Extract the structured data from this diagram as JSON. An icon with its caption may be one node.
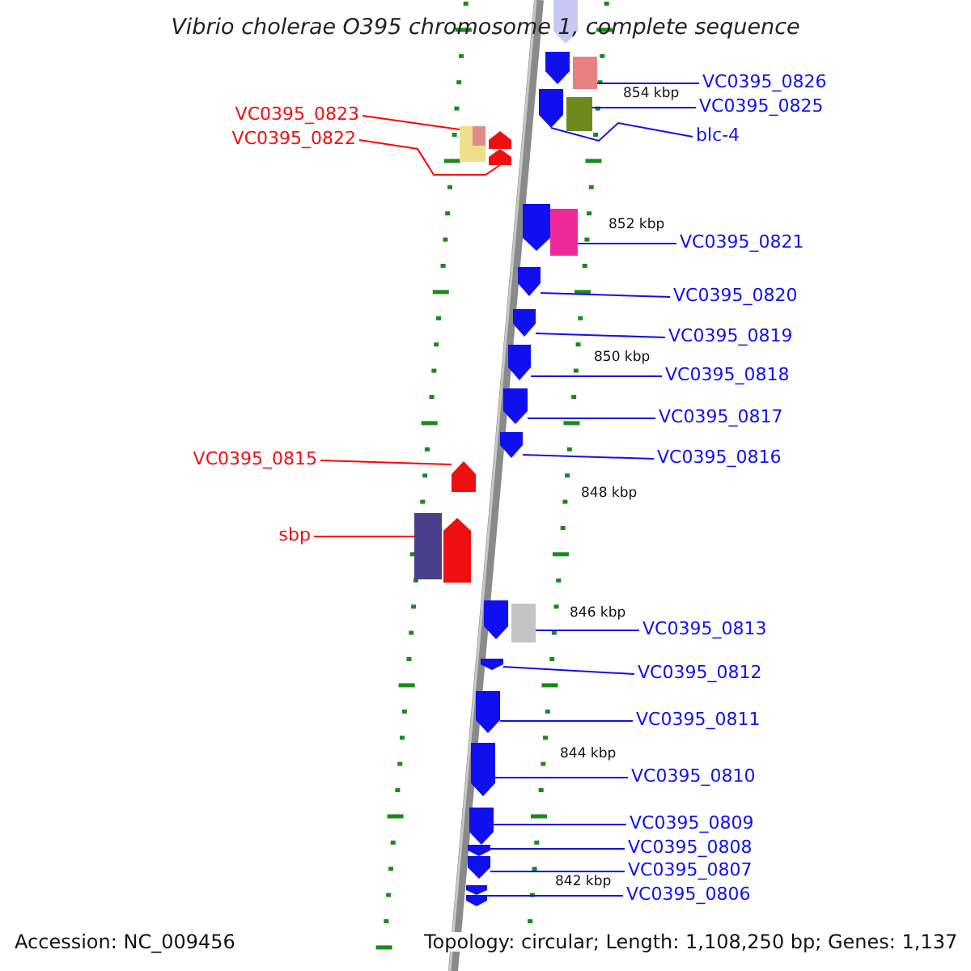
{
  "diagram": {
    "title": "Vibrio cholerae O395 chromosome 1, complete sequence",
    "nodes": [
      {
        "text": [
          "VC0395_0826"
        ]
      },
      {
        "text": [
          "VC0395_0825"
        ]
      },
      {
        "text": [
          "VC0395_0823"
        ]
      },
      {
        "text": [
          "blc-4"
        ]
      },
      {
        "text": [
          "VC0395_0822"
        ]
      },
      {
        "text": [
          "VC0395_0821"
        ]
      },
      {
        "text": [
          "VC0395_0820"
        ]
      },
      {
        "text": [
          "VC0395_0819"
        ]
      },
      {
        "text": [
          "VC0395_0818"
        ]
      },
      {
        "text": [
          "VC0395_0817"
        ]
      },
      {
        "text": [
          "VC0395_0816"
        ]
      },
      {
        "text": [
          "VC0395_0815"
        ]
      },
      {
        "text": [
          "sbp"
        ]
      },
      {
        "text": [
          "VC0395_0813"
        ]
      },
      {
        "text": [
          "VC0395_0812"
        ]
      },
      {
        "text": [
          "VC0395_0811"
        ]
      },
      {
        "text": [
          "VC0395_0810"
        ]
      },
      {
        "text": [
          "VC0395_0809"
        ]
      },
      {
        "text": [
          "VC0395_0808"
        ]
      },
      {
        "text": [
          "VC0395_0807"
        ]
      },
      {
        "text": [
          "VC0395_0806"
        ]
      },
      {
        "text": [],
        "shape": "box"
      },
      {
        "text": [],
        "shape": "box"
      },
      {
        "text": [],
        "shape": "box"
      },
      {
        "text": [],
        "shape": "pentagon"
      },
      {
        "text": [],
        "shape": "pentagon"
      },
      {
        "text": [],
        "shape": "box"
      },
      {
        "text": [],
        "shape": "pentagon"
      },
      {
        "text": [],
        "shape": "pentagon"
      },
      {
        "text": [],
        "shape": "pentagon"
      },
      {
        "text": [],
        "shape": "pentagon"
      },
      {
        "text": [],
        "shape": "pentagon"
      },
      {
        "text": [],
        "shape": "pentagon"
      },
      {
        "text": [],
        "shape": "box"
      },
      {
        "text": [],
        "shape": "box"
      },
      {
        "text": [],
        "shape": "pentagon"
      },
      {
        "text": [],
        "shape": "pentagon"
      },
      {
        "text": [],
        "shape": "pentagon"
      },
      {
        "text": [],
        "shape": "pentagon"
      },
      {
        "text": [],
        "shape": "pentagon"
      },
      {
        "text": [],
        "shape": "pentagon"
      },
      {
        "text": [],
        "shape": "pentagon"
      },
      {
        "text": [],
        "shape": "pentagon"
      },
      {
        "text": [],
        "shape": "pentagon"
      },
      {
        "text": [],
        "shape": "pentagon"
      },
      {
        "text": [],
        "shape": "pentagon"
      },
      {
        "text": [],
        "shape": "pentagon"
      }
    ],
    "edges": [
      {
        "from": 0,
        "to": 21,
        "arrow": "none"
      },
      {
        "from": 1,
        "to": 22,
        "arrow": "none"
      },
      {
        "from": 2,
        "to": 23,
        "arrow": "none",
        "color": "#ff0000"
      },
      {
        "from": 3,
        "to": 24,
        "arrow": "none"
      },
      {
        "from": 4,
        "to": 25,
        "arrow": "none",
        "color": "#ff0000"
      },
      {
        "from": 5,
        "to": 26,
        "arrow": "none"
      },
      {
        "from": 6,
        "to": 27,
        "arrow": "none"
      },
      {
        "from": 7,
        "to": 28,
        "arrow": "none"
      },
      {
        "from": 8,
        "to": 29,
        "arrow": "none"
      },
      {
        "from": 9,
        "to": 30,
        "arrow": "none"
      },
      {
        "from": 10,
        "to": 31,
        "arrow": "none"
      },
      {
        "from": 11,
        "to": 32,
        "arrow": "none",
        "color": "#ff0000"
      },
      {
        "from": 12,
        "to": 33,
        "arrow": "none",
        "color": "#ff0000"
      },
      {
        "from": 13,
        "to": 34,
        "arrow": "none"
      },
      {
        "from": 14,
        "to": 35,
        "arrow": "none"
      },
      {
        "from": 15,
        "to": 36,
        "arrow": "none"
      },
      {
        "from": 16,
        "to": 37,
        "arrow": "none"
      },
      {
        "from": 17,
        "to": 38,
        "arrow": "none"
      },
      {
        "from": 18,
        "to": 39,
        "arrow": "none"
      },
      {
        "from": 19,
        "to": 40,
        "arrow": "none"
      },
      {
        "from": 20,
        "to": 41,
        "arrow": "none"
      }
    ],
    "labels": [
      "854 kbp",
      "852 kbp",
      "850 kbp",
      "848 kbp",
      "846 kbp",
      "844 kbp",
      "842 kbp",
      "Accession: NC_009456",
      "Topology: circular; Length: 1,108,250 bp; Genes: 1,137"
    ]
  }
}
